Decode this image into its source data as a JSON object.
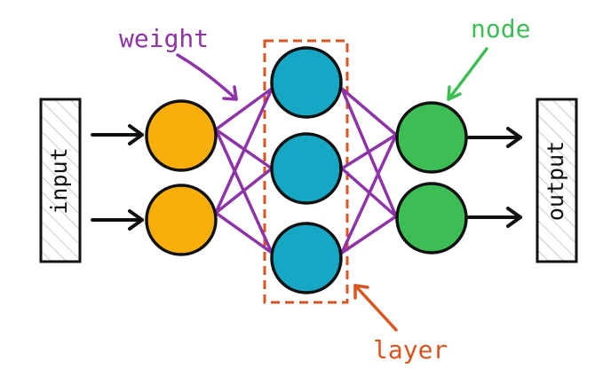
{
  "labels": {
    "input": "input",
    "output": "output",
    "weight": "weight",
    "node": "node",
    "layer": "layer"
  },
  "network": {
    "input_nodes": 2,
    "hidden_nodes": 3,
    "output_nodes": 2
  },
  "colors": {
    "input_node": "#F9AE0A",
    "hidden_node": "#15A7C3",
    "output_node": "#3DBE55",
    "weight": "#8E34A8",
    "node_label": "#3DBE55",
    "layer": "#D9541E",
    "stroke": "#111111"
  }
}
